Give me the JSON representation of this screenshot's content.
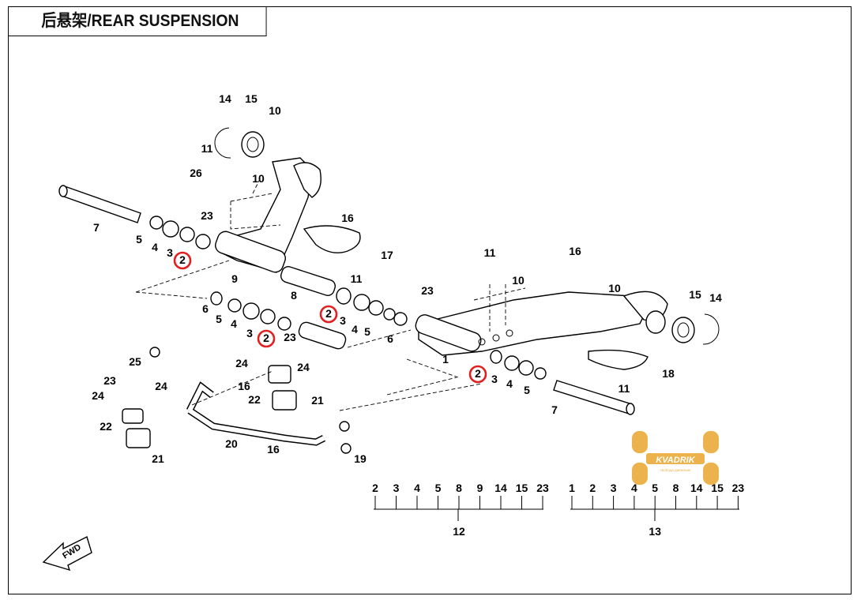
{
  "title": "后悬架/REAR SUSPENSION",
  "watermark": {
    "brand": "KVADRIK",
    "tagline": "свобода движения",
    "color": "#e8a020"
  },
  "arrow_label": "FWD",
  "highlight_color": "#e02020",
  "highlighted_part": "2",
  "kits": [
    {
      "label": "12",
      "parts": [
        "2",
        "3",
        "4",
        "5",
        "8",
        "9",
        "14",
        "15",
        "23"
      ]
    },
    {
      "label": "13",
      "parts": [
        "1",
        "2",
        "3",
        "4",
        "5",
        "8",
        "14",
        "15",
        "23"
      ]
    }
  ],
  "callouts": [
    "14",
    "15",
    "10",
    "11",
    "26",
    "10",
    "23",
    "16",
    "7",
    "5",
    "4",
    "3",
    "2",
    "9",
    "17",
    "11",
    "8",
    "23",
    "6",
    "5",
    "4",
    "3",
    "2",
    "23",
    "2",
    "3",
    "4",
    "5",
    "6",
    "11",
    "10",
    "16",
    "10",
    "15",
    "14",
    "1",
    "2",
    "3",
    "4",
    "5",
    "7",
    "11",
    "18",
    "24",
    "24",
    "25",
    "24",
    "23",
    "24",
    "16",
    "22",
    "21",
    "22",
    "21",
    "20",
    "16",
    "19"
  ]
}
